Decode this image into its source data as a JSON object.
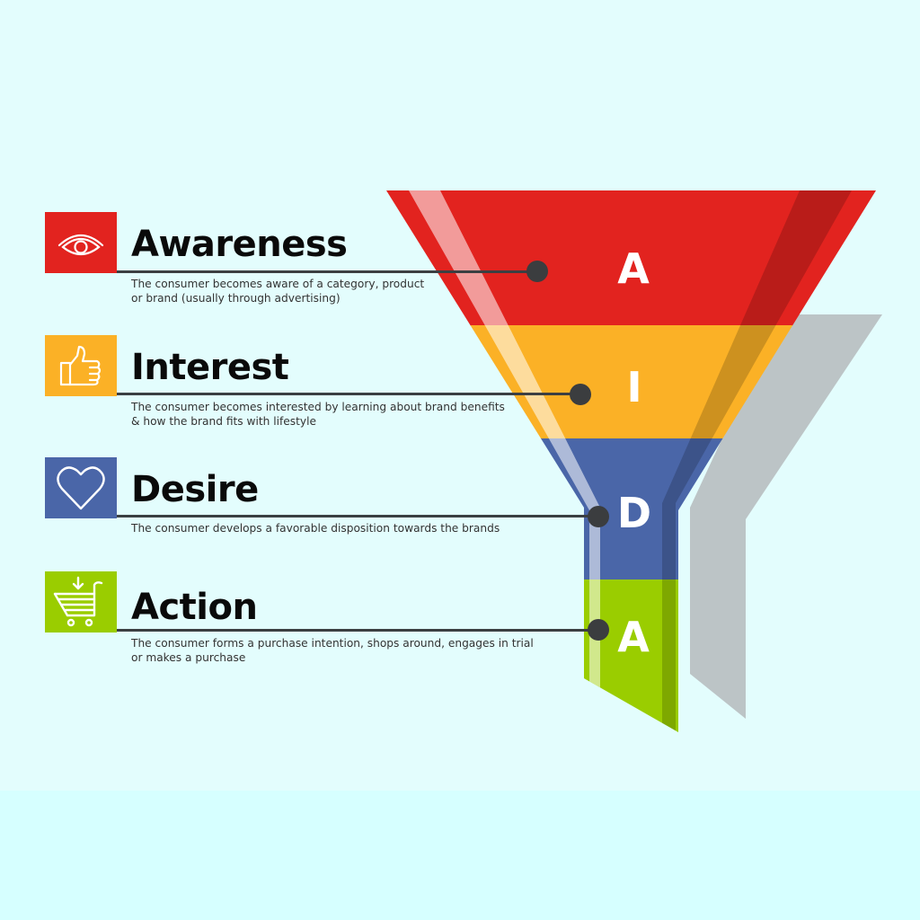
{
  "diagram": {
    "type": "funnel",
    "model": "AIDA",
    "stages": [
      {
        "letter": "A",
        "title": "Awareness",
        "description_line1": "The consumer becomes aware of a category, product",
        "description_line2": "or brand (usually through advertising)",
        "icon": "eye-icon",
        "color": "#e2231f"
      },
      {
        "letter": "I",
        "title": "Interest",
        "description_line1": "The consumer becomes interested by learning about brand benefits",
        "description_line2": "& how the brand fits with lifestyle",
        "icon": "thumbs-up-icon",
        "color": "#fbb126"
      },
      {
        "letter": "D",
        "title": "Desire",
        "description_line1": "The consumer develops a favorable disposition towards the brands",
        "description_line2": "",
        "icon": "heart-icon",
        "color": "#4a66a8"
      },
      {
        "letter": "A",
        "title": "Action",
        "description_line1": "The consumer forms a purchase intention, shops around, engages in trial",
        "description_line2": "or makes a purchase",
        "icon": "shopping-cart-icon",
        "color": "#9acd00"
      }
    ],
    "colors": {
      "background": "#e3fdfd",
      "background_bottom": "#d6ffff",
      "shadow": "#bcc4c6",
      "connector": "#3b3d3f"
    }
  }
}
